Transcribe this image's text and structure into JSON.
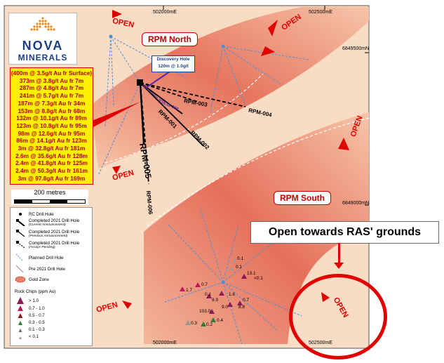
{
  "logo": {
    "line1": "NOVA",
    "line2": "MINERALS"
  },
  "coords": {
    "top_left_easting": "502000mE",
    "top_right_easting": "502500mE",
    "bottom_left_easting": "502000mE",
    "bottom_right_easting": "502500mE",
    "north_upper": "6849500mN",
    "north_lower": "6849000mN"
  },
  "areas": {
    "north": "RPM North",
    "south": "RPM South"
  },
  "open_label": "OPEN",
  "discovery": {
    "title": "Discovery Hole",
    "value": "120m @ 1.0g/t"
  },
  "holes": {
    "rpm001": "RPM-001",
    "rpm002": "RPM-002",
    "rpm003": "RPM-003",
    "rpm004": "RPM-004",
    "rpm005": "RPM-005",
    "rpm006": "RPM-006",
    "se12": "RSE12-008"
  },
  "intercepts": [
    "(400m @ 3.5g/t Au fr Surface)",
    "373m @ 3.8g/t Au fr 7m",
    "287m @ 4.8g/t Au fr 7m",
    "241m @ 5.7g/t Au fr 7m",
    "187m @ 7.3g/t Au fr 34m",
    "153m @ 8.8g/t Au fr 68m",
    "132m @ 10.1g/t Au fr 89m",
    "123m @ 10.8g/t Au fr 95m",
    "98m @ 12.6g/t Au fr 95m",
    "86m @ 14.1g/t Au fr 123m",
    "3m @ 32.8g/t Au fr 181m",
    "2.6m @ 35.6g/t Au fr 128m",
    "2.4m @ 41.8g/t Au fr 125m",
    "2.4m @ 50.3g/t Au fr 161m",
    "3m @ 97.8g/t Au fr 169m"
  ],
  "scale": {
    "label": "200 metres"
  },
  "legend": {
    "rc": "RC Drill Hole",
    "completed_current": "Completed 2021 Drill Hole",
    "completed_current_note": "(Current Announcement)",
    "completed_previous": "Completed 2021 Drill Hole",
    "completed_previous_note": "(Previous Announcement)",
    "completed_pending": "Completed 2021 Drill Hole",
    "completed_pending_note": "(Assays Pending)",
    "planned": "Planned Drill Hole",
    "pre2021": "Pre 2021 Drill Hole",
    "gold_zone": "Gold Zone",
    "rock_chips_title": "Rock Chips (ppm Au)",
    "chips": [
      "> 1.0",
      "0.7 - 1.0",
      "0.5 - 0.7",
      "0.3 - 0.5",
      "0.1 - 0.3",
      "< 0.1"
    ],
    "chip_colors": [
      "#8b1a5a",
      "#c2185b",
      "#8b1a1a",
      "#2e7d32",
      "#6a6a6a",
      "#999999"
    ]
  },
  "rock_chip_values": {
    "v01": "0.1",
    "v02": "0.1",
    "v03": "13.1",
    "v04": "<0.1",
    "v05": "1.7",
    "v06": "0.7",
    "v07": "0.1",
    "v08": "8.9",
    "v09": "1.6",
    "v10": "0.7",
    "v11": "9.0",
    "v12": "8.8",
    "v13": "103.0",
    "v14": "0.3",
    "v15": "0.2",
    "v16": "0.4"
  },
  "banner": "Open towards RAS' grounds",
  "colors": {
    "zone": "#e8806a",
    "background": "#f8d8c0",
    "open": "#e00000",
    "drill": "#4a90d9"
  }
}
